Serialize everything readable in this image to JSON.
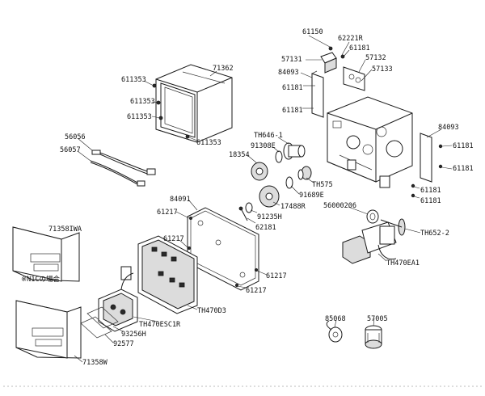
{
  "labels": {
    "p61150": "61150",
    "p62221r": "62221R",
    "p61181_top": "61181",
    "p57131": "57131",
    "p57132": "57132",
    "p84093_top": "84093",
    "p57133": "57133",
    "p61181_a": "61181",
    "p61181_b": "61181",
    "p71362": "71362",
    "p611353_a": "611353",
    "p611353_b": "611353",
    "p611353_c": "611353",
    "p611353_d": "611353",
    "p84093_right": "84093",
    "p61181_r1": "61181",
    "p61181_r2": "61181",
    "p61181_r3": "61181",
    "p61181_r4": "61181",
    "p56056": "56056",
    "p56057": "56057",
    "pTH646": "TH646-1",
    "p91308e": "91308E",
    "p18354": "18354",
    "pTH575": "TH575",
    "p91689e": "91689E",
    "p17488r": "17488R",
    "p91235h": "91235H",
    "p62181": "62181",
    "p84091": "84091",
    "p61217_a": "61217",
    "p61217_b": "61217",
    "p61217_c": "61217",
    "p61217_d": "61217",
    "p56000206": "56000206",
    "pTH652": "TH652-2",
    "pTH470EA1": "TH470EA1",
    "p71358IWA": "71358IWA",
    "pNote": "※N1Cの場合",
    "pTH470D3": "TH470D3",
    "pTH470ESC1R": "TH470ESC1R",
    "p93256h": "93256H",
    "p92577": "92577",
    "p71358w": "71358W",
    "p85068": "85068",
    "p57005": "57005"
  }
}
